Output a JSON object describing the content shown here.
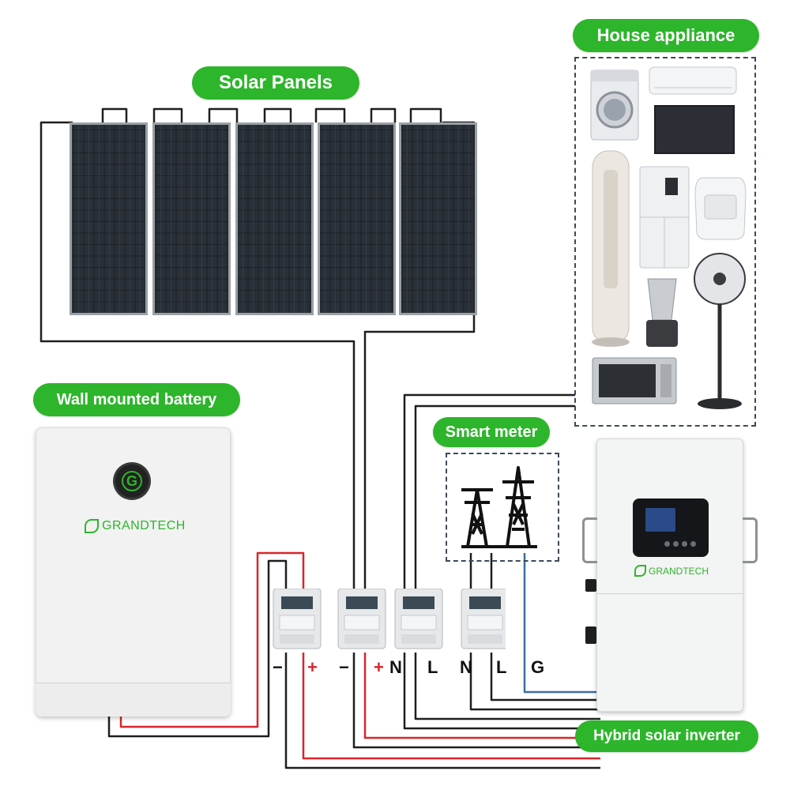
{
  "labels": {
    "solar_panels": "Solar Panels",
    "house_appliance": "House appliance",
    "wall_battery": "Wall mounted battery",
    "smart_meter": "Smart meter",
    "hybrid_inverter": "Hybrid solar inverter"
  },
  "brand": {
    "battery_logo_text": "GRANDTECH",
    "inverter_logo_text": "GRANDTECH",
    "battery_badge": "G"
  },
  "terminals": [
    {
      "id": "b-minus",
      "text": "−"
    },
    {
      "id": "b-plus",
      "text": "+"
    },
    {
      "id": "pv-minus",
      "text": "−"
    },
    {
      "id": "pv-plus",
      "text": "+"
    },
    {
      "id": "ac1-n",
      "text": "N"
    },
    {
      "id": "ac1-l",
      "text": "L"
    },
    {
      "id": "ac2-n",
      "text": "N"
    },
    {
      "id": "ac2-l",
      "text": "L"
    },
    {
      "id": "ground",
      "text": "G"
    }
  ],
  "colors": {
    "accent_green": "#2db52b",
    "wire_dark": "#1e1e1e",
    "wire_red": "#d8262c",
    "wire_blue": "#3a6ea5",
    "panel_cell": "#1c2026",
    "device_body": "#f1f2f1"
  },
  "appliances": [
    "washing-machine",
    "air-conditioner",
    "television",
    "tower-fan",
    "refrigerator",
    "air-fryer",
    "blender",
    "standing-fan",
    "microwave"
  ]
}
